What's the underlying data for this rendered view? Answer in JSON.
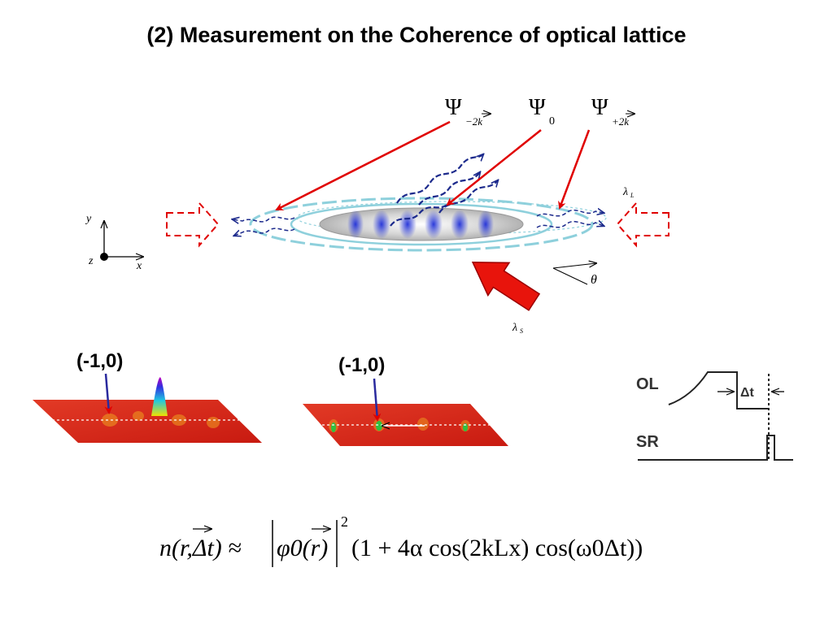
{
  "title": "(2) Measurement  on the Coherence of optical lattice",
  "psi": {
    "symbol": "Ψ",
    "minus_sub": "−2k",
    "zero_sub": "0",
    "plus_sub": "+2k"
  },
  "lambda_L": {
    "symbol": "λ",
    "sub": "L"
  },
  "lambda_S": {
    "symbol": "λ",
    "sub": "S"
  },
  "theta": "θ",
  "axes": {
    "y": "y",
    "z": "z",
    "x": "x"
  },
  "panels": {
    "left_label": "(-1,0)",
    "right_label": "(-1,0)"
  },
  "timing": {
    "ol_label": "OL",
    "sr_label": "SR",
    "dt_label": "Δt"
  },
  "formula": {
    "lhs": "n(r,Δt) ≈",
    "abs_content": "φ0(r)",
    "power": "2",
    "rhs": "(1 + 4α cos(2kLx) cos(ω0Δt))"
  },
  "colors": {
    "red_arrow": "#e00000",
    "blue_wave": "#1c2a8c",
    "ellipse_cyan": "#8ed0dc",
    "surface_red": "#e0281e"
  }
}
